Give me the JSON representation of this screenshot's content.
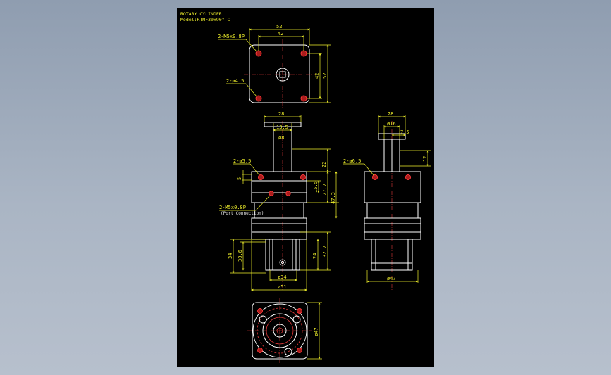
{
  "title": {
    "line1": "ROTARY CYLINDER",
    "line2": "Model:RTMF30x90°-C"
  },
  "top_view": {
    "dim_outer": "52",
    "dim_inner": "42",
    "dim_side_inner": "42",
    "dim_side_outer": "52",
    "note_thread": "2-M5x0.8P",
    "note_hole": "2-ø4.5"
  },
  "front_view": {
    "dim_width": "28",
    "dim_key": "13.5",
    "dim_shaft": "ø8",
    "dim_22": "22",
    "dim_15_5": "15.5",
    "dim_27_2": "27.2",
    "dim_47_3": "47.3",
    "dim_5": "5",
    "dim_24": "24",
    "dim_32_2": "32.2",
    "dim_34": "34",
    "dim_30_6": "30.6",
    "dim_bottom_inner": "ø34",
    "dim_bottom_outer": "ø51",
    "note_holes": "2-ø5.5",
    "note_port": "2-M5x0.8P",
    "note_port_sub": "(Port Connection)"
  },
  "side_view": {
    "dim_width": "28",
    "dim_shaft": "ø16",
    "dim_7_5": "7.5",
    "dim_12": "12",
    "dim_bottom": "ø47",
    "note_holes": "2-ø6.5"
  },
  "bottom_view": {
    "dim_side": "ø47"
  },
  "colors": {
    "background": "#000000",
    "dimension": "#f2f22c",
    "outline": "#ffffff",
    "centerline": "#e03a3a"
  }
}
